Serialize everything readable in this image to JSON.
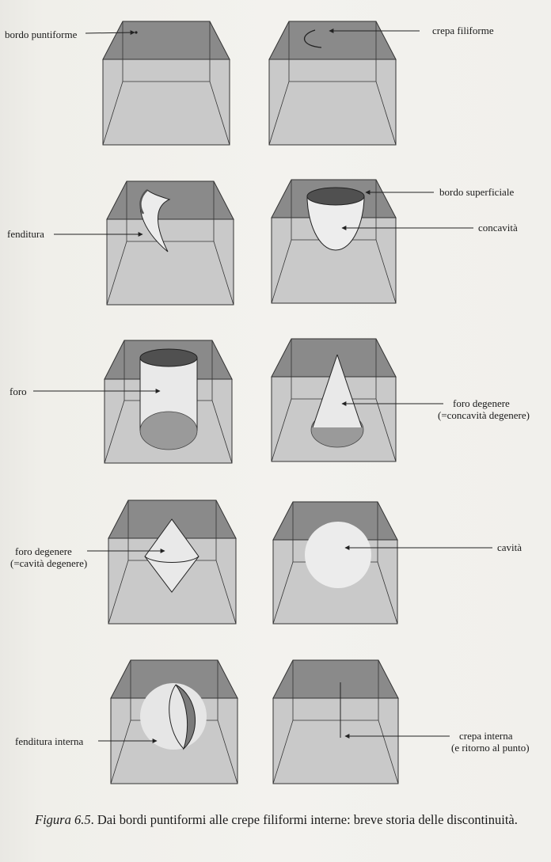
{
  "figure": {
    "panels": [
      {
        "id": "bordo-puntiforme",
        "labels": [
          "bordo puntiforme"
        ]
      },
      {
        "id": "crepa-filiforme",
        "labels": [
          "crepa filiforme"
        ]
      },
      {
        "id": "fenditura",
        "labels": [
          "fenditura"
        ]
      },
      {
        "id": "bordo-superficiale-concavita",
        "labels": [
          "bordo superficiale",
          "concavità"
        ]
      },
      {
        "id": "foro",
        "labels": [
          "foro"
        ]
      },
      {
        "id": "foro-degenere-concavita",
        "labels": [
          "foro degenere",
          "(=concavità degenere)"
        ]
      },
      {
        "id": "foro-degenere-cavita",
        "labels": [
          "foro degenere",
          "(=cavità degenere)"
        ]
      },
      {
        "id": "cavita",
        "labels": [
          "cavità"
        ]
      },
      {
        "id": "fenditura-interna",
        "labels": [
          "fenditura interna"
        ]
      },
      {
        "id": "crepa-interna",
        "labels": [
          "crepa interna",
          "(e ritorno al punto)"
        ]
      }
    ]
  },
  "caption": {
    "figure_ref": "Figura 6.5",
    "text": ". Dai bordi puntiformi alle crepe filiformi interne: breve storia delle discontinuità."
  }
}
